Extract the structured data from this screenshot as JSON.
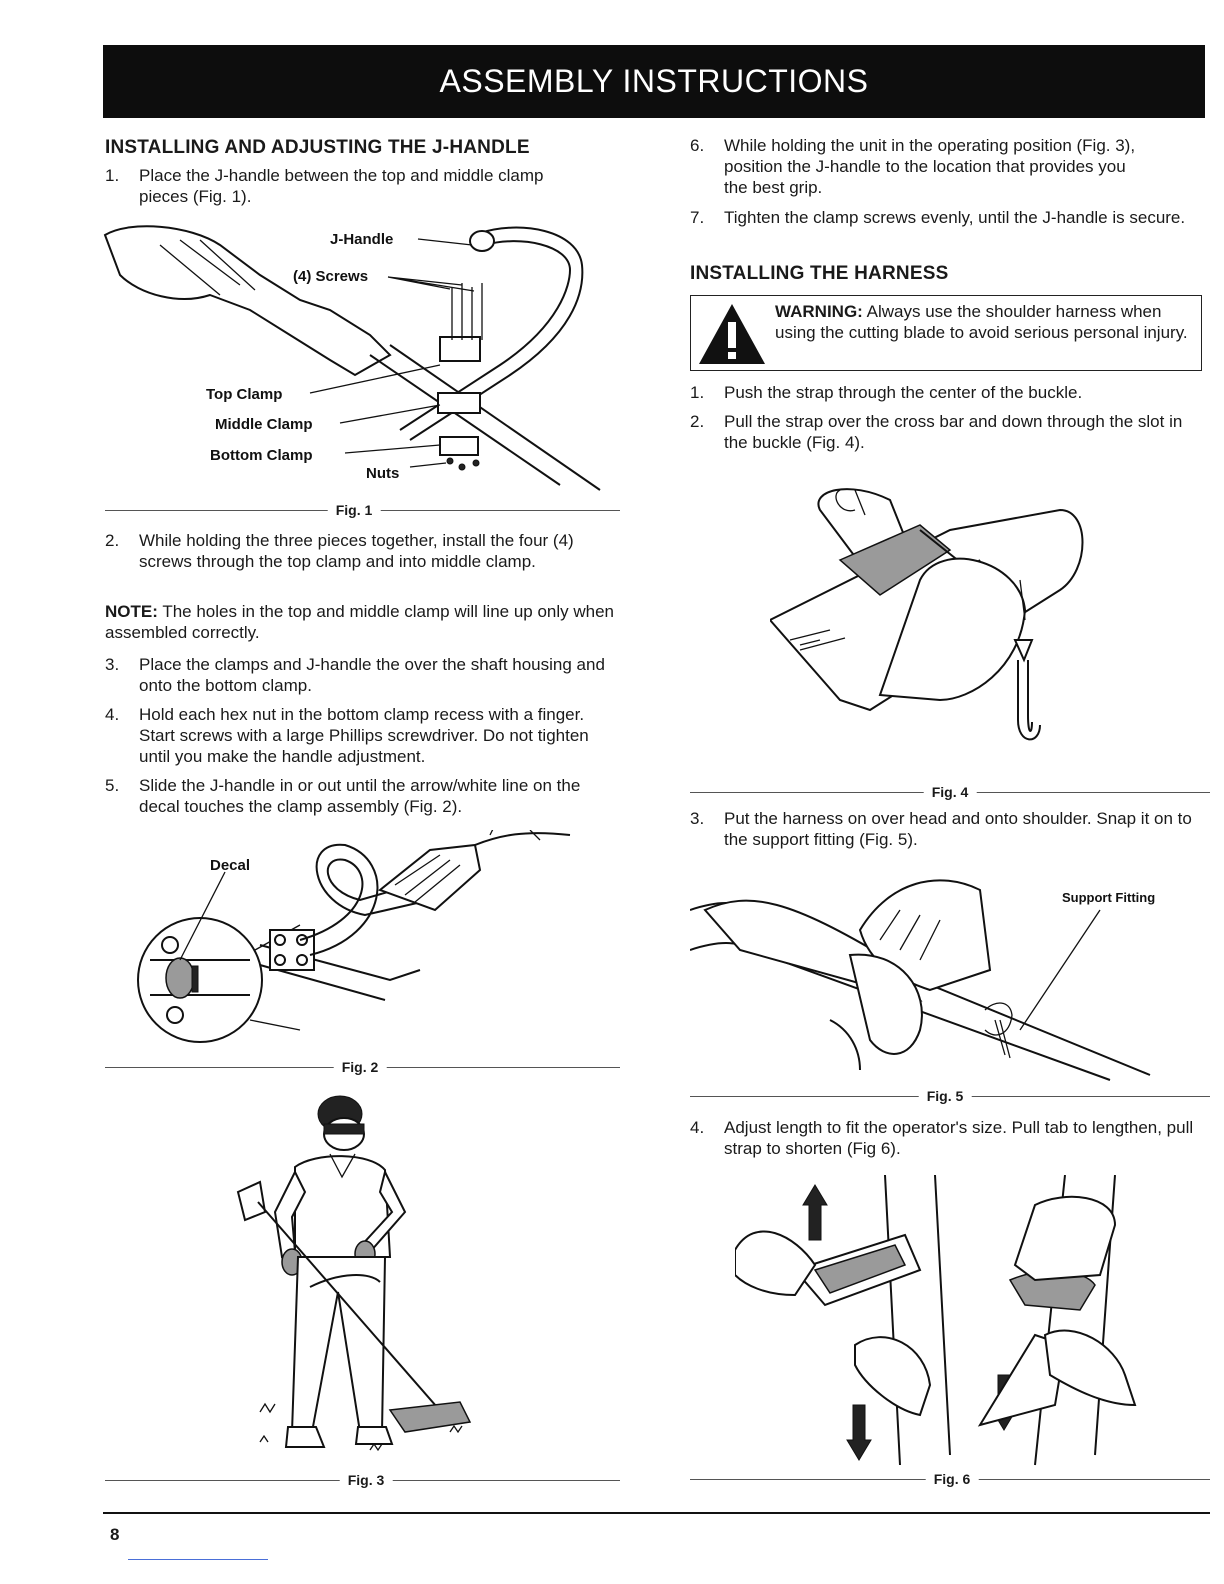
{
  "header": {
    "title": "ASSEMBLY INSTRUCTIONS"
  },
  "left": {
    "heading": "INSTALLING AND ADJUSTING THE J-HANDLE",
    "step1": {
      "num": "1.",
      "text": "Place the J-handle between the top and middle clamp pieces (Fig. 1)."
    },
    "fig1": {
      "caption": "Fig. 1",
      "labels": {
        "j_handle": "J-Handle",
        "screws": "(4) Screws",
        "top_clamp": "Top Clamp",
        "middle_clamp": "Middle Clamp",
        "bottom_clamp": "Bottom Clamp",
        "nuts": "Nuts"
      }
    },
    "step2": {
      "num": "2.",
      "text": "While holding the three pieces together, install the four (4) screws through the top clamp and into middle clamp."
    },
    "note": {
      "label": "NOTE:",
      "text": "The holes in the top and middle clamp will line up only when assembled correctly."
    },
    "step3": {
      "num": "3.",
      "text": "Place the clamps and J-handle the over the shaft housing and onto the bottom clamp."
    },
    "step4": {
      "num": "4.",
      "text": "Hold each hex nut in the bottom clamp recess with a finger. Start screws with a large Phillips screwdriver. Do not tighten until you make the handle adjustment."
    },
    "step5": {
      "num": "5.",
      "text": "Slide the J-handle in or out until the arrow/white line on the decal touches the clamp assembly (Fig. 2)."
    },
    "fig2": {
      "caption": "Fig. 2",
      "labels": {
        "decal": "Decal"
      }
    },
    "fig3": {
      "caption": "Fig. 3"
    }
  },
  "right": {
    "step6": {
      "num": "6.",
      "text": "While holding the unit in the operating position (Fig. 3), position the J-handle to the location that provides you the best grip."
    },
    "step7": {
      "num": "7.",
      "text": "Tighten the clamp screws evenly, until the J-handle is secure."
    },
    "heading": "INSTALLING THE HARNESS",
    "warning": {
      "label": "WARNING:",
      "text": "Always use the shoulder harness when using the cutting blade to avoid serious personal injury."
    },
    "step1": {
      "num": "1.",
      "text": "Push the strap through the center of the buckle."
    },
    "step2": {
      "num": "2.",
      "text": "Pull the strap over the cross bar and down through the slot in the buckle (Fig. 4)."
    },
    "fig4": {
      "caption": "Fig. 4"
    },
    "step3": {
      "num": "3.",
      "text": "Put the harness on over head and onto shoulder. Snap it on to the support fitting (Fig. 5)."
    },
    "fig5": {
      "caption": "Fig. 5",
      "labels": {
        "support_fitting": "Support Fitting"
      }
    },
    "step4": {
      "num": "4.",
      "text": "Adjust length to fit the operator's size. Pull tab to lengthen, pull strap to shorten (Fig 6)."
    },
    "fig6": {
      "caption": "Fig. 6"
    }
  },
  "footer": {
    "page_number": "8"
  }
}
